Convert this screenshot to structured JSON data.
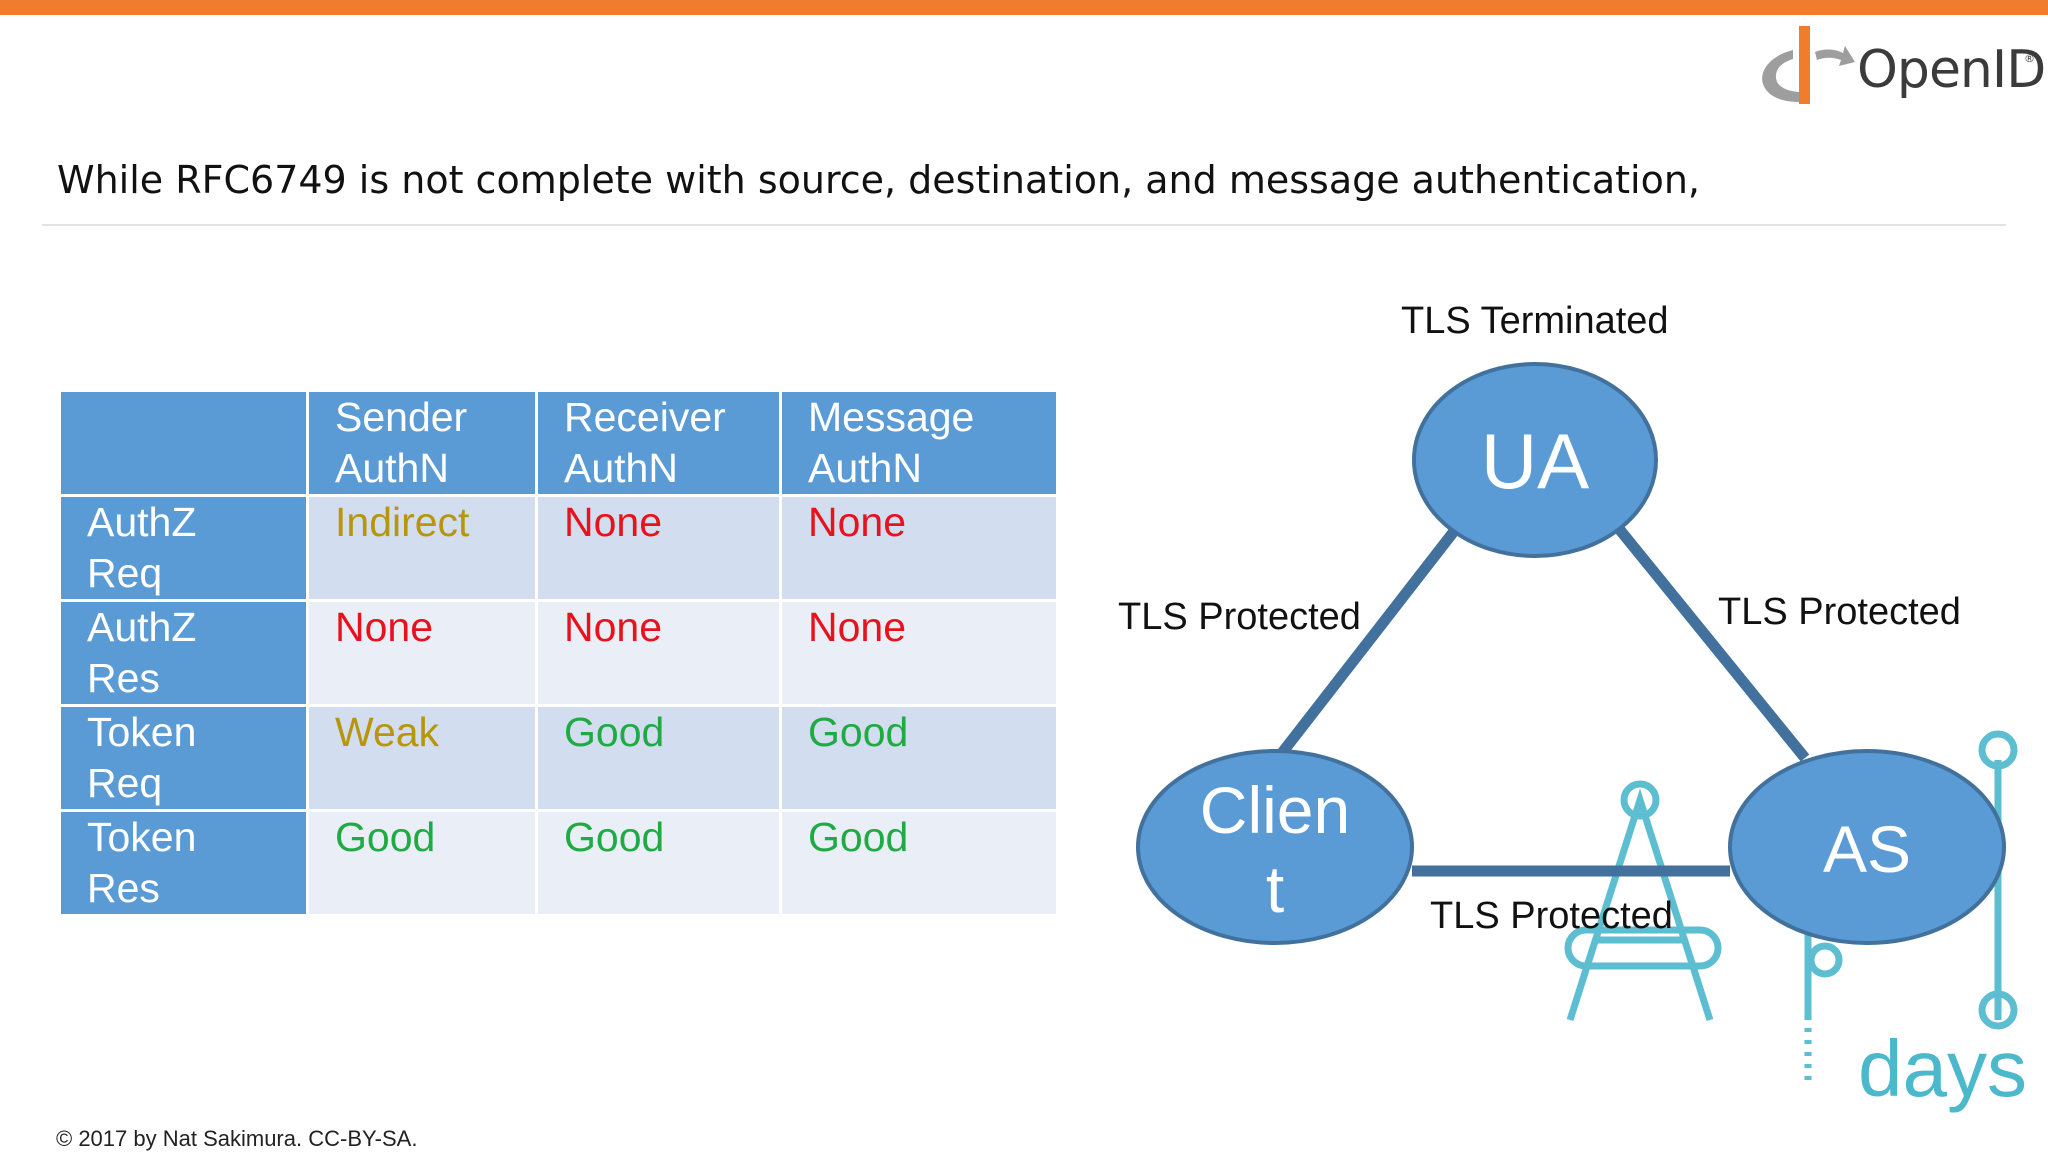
{
  "colors": {
    "accent_bar": "#f07d2e",
    "header_fill": "#5b9bd5",
    "row_fill_odd": "#d2deef",
    "row_fill_even": "#eaeff7",
    "rating_indirect": "#b8960c",
    "rating_none": "#e8111c",
    "rating_weak": "#b8960c",
    "rating_good": "#1faa44",
    "node_fill": "#5b9bd5",
    "edge_color": "#41719c",
    "watermark": "#4bb8cc"
  },
  "logo": {
    "text": "OpenID",
    "mark": "®"
  },
  "headline": "While RFC6749 is not complete with source, destination, and message authentication,",
  "table": {
    "columns": [
      "Sender\nAuthN",
      "Receiver\nAuthN",
      "Message\nAuthN"
    ],
    "rows": [
      {
        "label": "AuthZ\nReq",
        "cells": [
          {
            "text": "Indirect",
            "color": "#b8960c"
          },
          {
            "text": "None",
            "color": "#e8111c"
          },
          {
            "text": "None",
            "color": "#e8111c"
          }
        ]
      },
      {
        "label": "AuthZ\nRes",
        "cells": [
          {
            "text": "None",
            "color": "#e8111c"
          },
          {
            "text": "None",
            "color": "#e8111c"
          },
          {
            "text": "None",
            "color": "#e8111c"
          }
        ]
      },
      {
        "label": "Token\nReq",
        "cells": [
          {
            "text": "Weak",
            "color": "#b8960c"
          },
          {
            "text": "Good",
            "color": "#1faa44"
          },
          {
            "text": "Good",
            "color": "#1faa44"
          }
        ]
      },
      {
        "label": "Token\nRes",
        "cells": [
          {
            "text": "Good",
            "color": "#1faa44"
          },
          {
            "text": "Good",
            "color": "#1faa44"
          },
          {
            "text": "Good",
            "color": "#1faa44"
          }
        ]
      }
    ]
  },
  "diagram": {
    "top_label": "TLS Terminated",
    "nodes": {
      "ua": "UA",
      "client_line1": "Clien",
      "client_line2": "t",
      "as": "AS"
    },
    "edges": {
      "left": "TLS Protected",
      "right": "TLS Protected",
      "bottom": "TLS Protected"
    }
  },
  "watermark": {
    "letters": "A",
    "word": "days"
  },
  "copyright": "© 2017 by Nat Sakimura. CC-BY-SA."
}
